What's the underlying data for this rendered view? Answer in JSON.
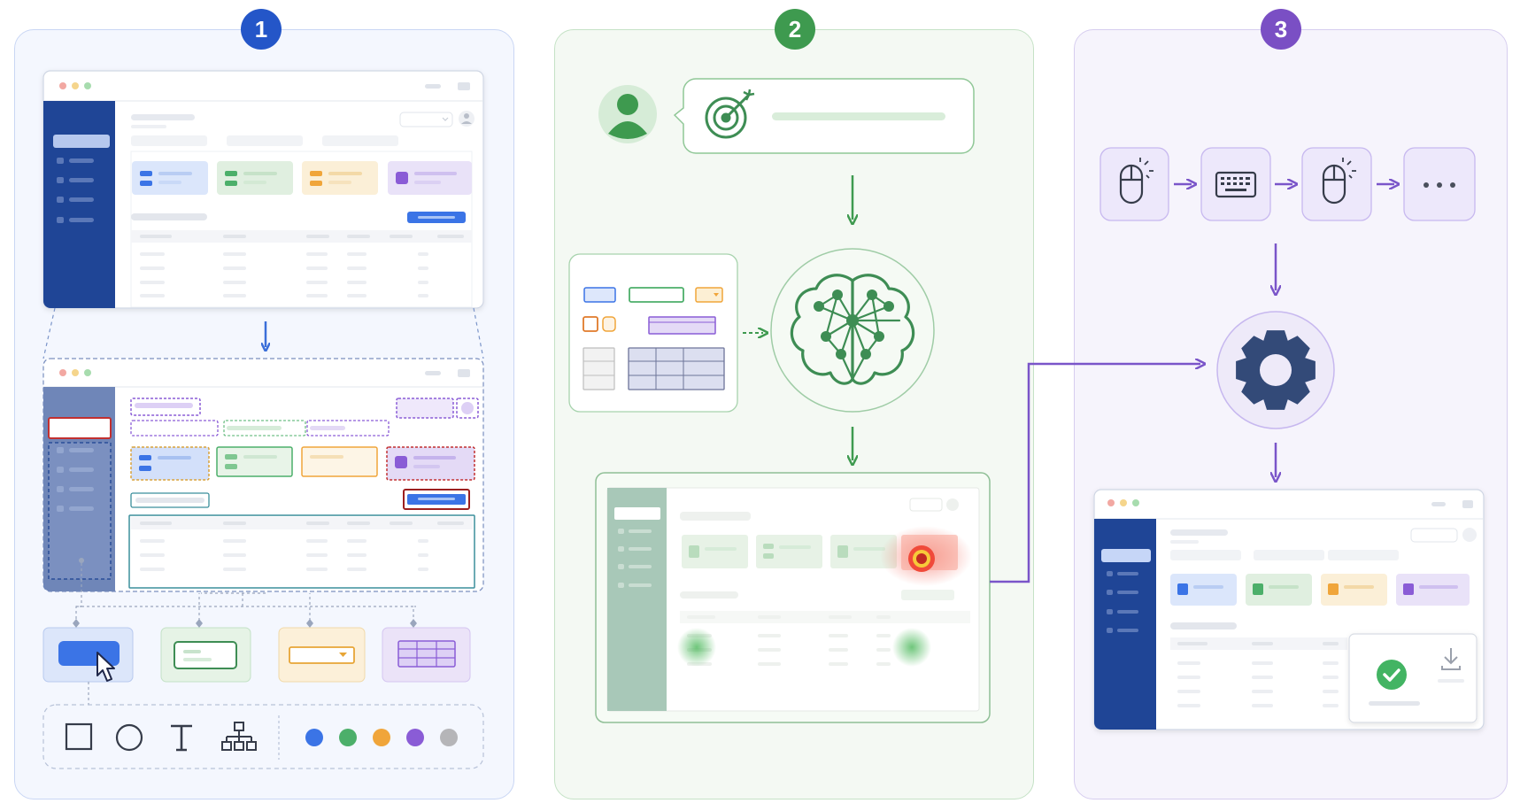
{
  "steps": [
    {
      "number": "1",
      "color": "#2456c8"
    },
    {
      "number": "2",
      "color": "#3e9a4f"
    },
    {
      "number": "3",
      "color": "#7a4fc4"
    }
  ],
  "colors": {
    "blue": "#3b74e6",
    "green": "#4caf6a",
    "orange": "#f0a53a",
    "purple": "#8a5cd6",
    "gray": "#b5b5b8",
    "navy_sidebar": "#1f4596",
    "red_outline": "#c23030",
    "gear": "#334a78",
    "check": "#43b463"
  },
  "icons": {
    "user": "user-avatar-icon",
    "goal": "target-icon",
    "brain": "brain-network-icon",
    "mouse": "mouse-click-icon",
    "keyboard": "keyboard-icon",
    "more": "ellipsis-icon",
    "gear": "gear-icon",
    "check": "check-circle-icon",
    "download": "download-icon",
    "palette_tools": [
      "square-icon",
      "circle-icon",
      "text-icon",
      "hierarchy-icon"
    ]
  },
  "palette_colors": [
    "#3b74e6",
    "#4caf6a",
    "#f0a53a",
    "#8a5cd6",
    "#b5b5b8"
  ],
  "action_sequence": [
    "mouse-click",
    "keyboard",
    "mouse-click",
    "more"
  ],
  "more_label": "···"
}
